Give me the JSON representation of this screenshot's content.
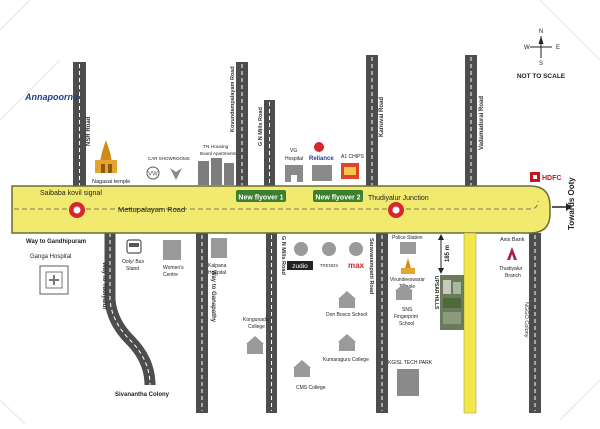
{
  "compass": {
    "n": "N",
    "s": "S",
    "e": "E",
    "w": "W"
  },
  "scale_note": "NOT TO SCALE",
  "brand_logo": "Annapoorna",
  "roads": {
    "nsr": "NSR Road",
    "kovundam": "Kovundampalayam Road",
    "gnmills_top": "G N Mills Road",
    "kanuvai": "Kanuvai Road",
    "vadamadurai": "Vadamadurai Road",
    "main": "Mettupalayam Road",
    "towards_ooty": "Towards Ooty",
    "gandhipuram": "Way to Gandhipuram",
    "tudiyalur_way": "Way to Tudiyalur",
    "ganapathy_way": "Way to Ganapathy",
    "gnmills_bottom": "G N Mills Road",
    "saravanampatti": "Saravanampatti Road",
    "nggo": "NGGO Colony",
    "flyover1": "New flyover 1",
    "flyover2": "New flyover 2"
  },
  "places": {
    "saibaba": "Saibaba kovil signal",
    "thudiyalur_jn": "Thudiyalur Junction",
    "nagasai": "Nagasai temple",
    "car_showrooms": "CAR SHOWROOMS",
    "tn_housing": "TN Housing",
    "board_apartments": "Board Apartments",
    "vg": "VG",
    "vg_hospital": "Hospital",
    "reliance": "Reliance",
    "a1_chips": "A1 CHIPS",
    "hdfc": "HDFC",
    "ganga": "Ganga Hospital",
    "ooty_bus": "Ooty/ Bus",
    "stand": "Stand",
    "womens": "Women's",
    "centre": "Centre",
    "kalpana": "Kalpana",
    "kalpana_hosp": "Hospital",
    "zudio": "zudio",
    "trends": "TRENDS",
    "max": "max",
    "police": "Police Station",
    "virundeswarar": "Virundeeswarar",
    "virundeswarar2": "Temple",
    "distance": "185 m",
    "project": "UPSAR HILLS",
    "axis": "Axis Bank",
    "thudiyalur_branch": "Thudiyalur",
    "branch": "Branch",
    "kongunadu": "Kongunadu",
    "kongunadu2": "College",
    "donbosco": "Don Bosco School",
    "sns": "SNS",
    "sns2": "Fingerprint",
    "sns3": "School",
    "kumaraguru": "Kumaraguru College",
    "cms": "CMS College",
    "kgisl": "KGISL TECH PARK",
    "sivanantha": "Sivanantha Colony"
  },
  "colors": {
    "road": "#f2ea6e",
    "road_outline": "#6b6b3a",
    "highlight_road": "#f3e84b",
    "side_road": "#4d4d4d",
    "marker": "#d7262e",
    "flyover": "#3b7f2f",
    "hdfc": "#c4161c",
    "axis": "#a51d54"
  }
}
